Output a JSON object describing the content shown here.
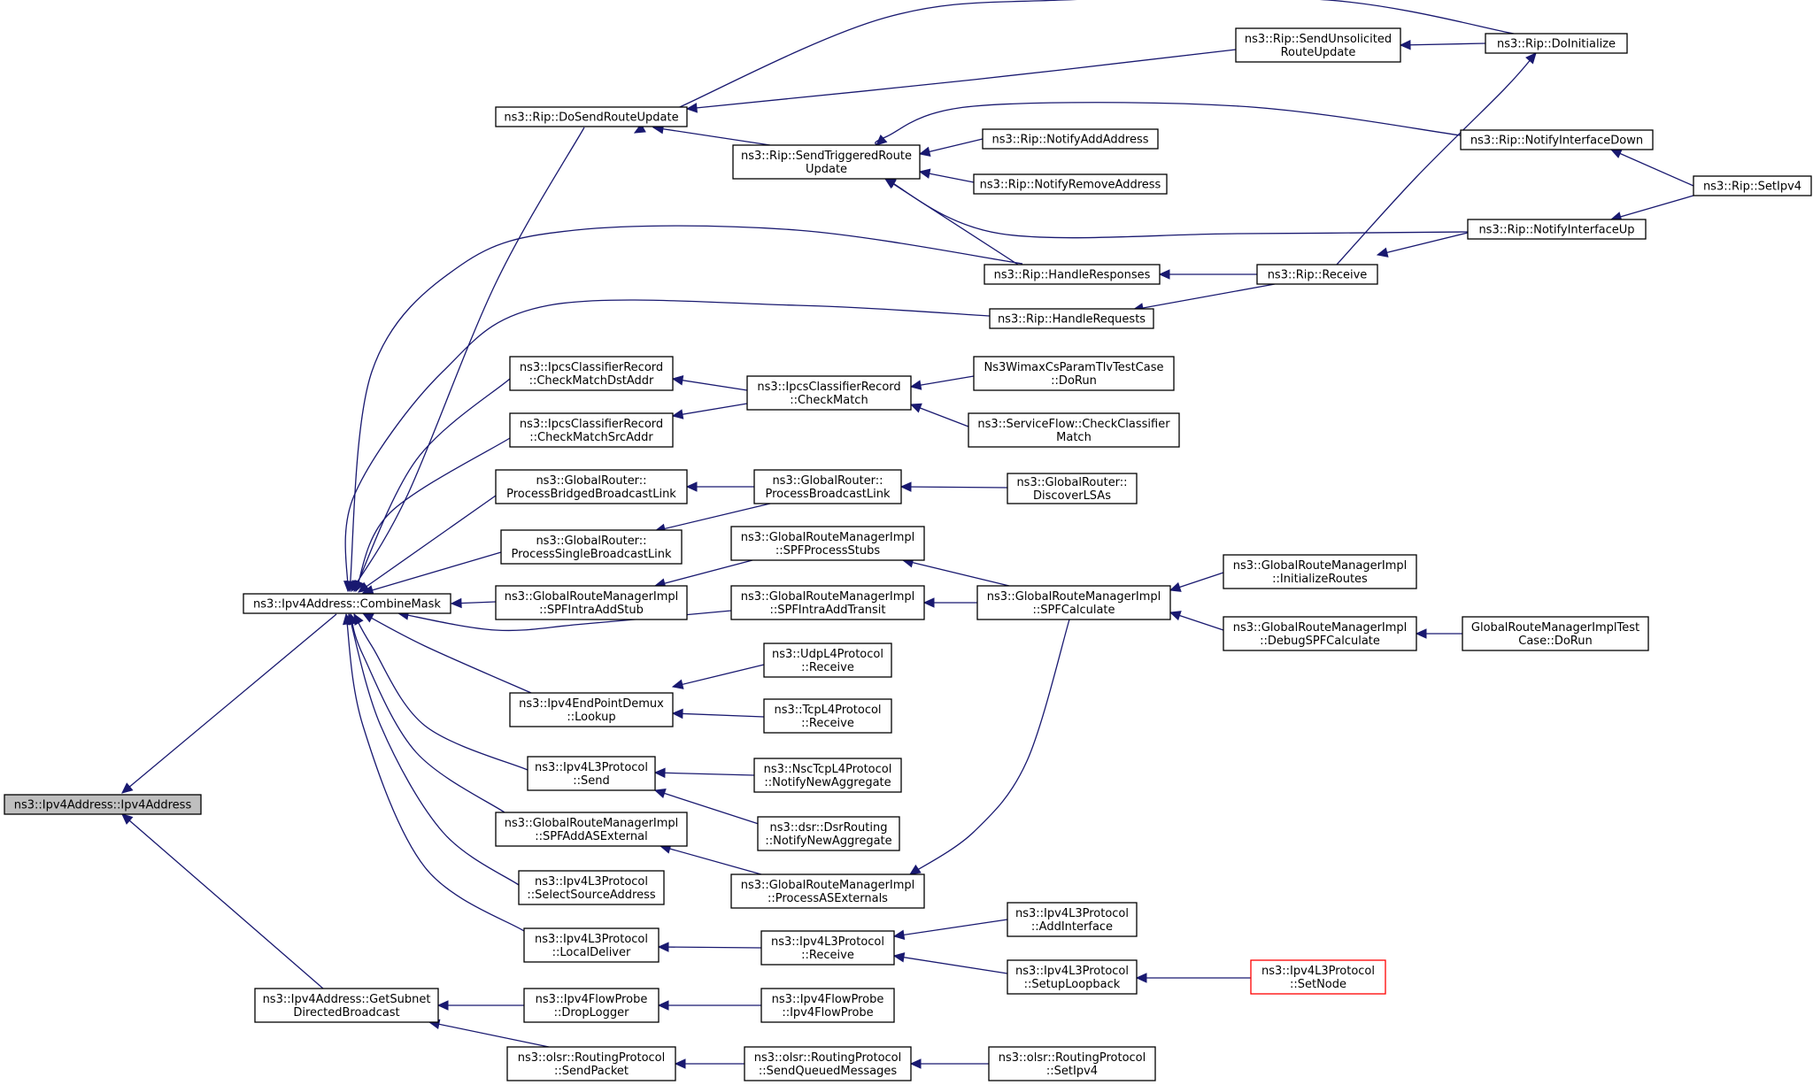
{
  "graph": {
    "direction": "callers",
    "colors": {
      "edge": "#191970",
      "root_fill": "#bfbfbf",
      "node_fill": "#ffffff",
      "node_border": "#000000",
      "truncated_border": "#ff0000"
    },
    "nodes": [
      {
        "id": "root",
        "lines": [
          "ns3::Ipv4Address::Ipv4Address"
        ],
        "style": "root"
      },
      {
        "id": "combine",
        "lines": [
          "ns3::Ipv4Address::CombineMask"
        ]
      },
      {
        "id": "getsubnet",
        "lines": [
          "ns3::Ipv4Address::GetSubnet",
          "DirectedBroadcast"
        ]
      },
      {
        "id": "dosend",
        "lines": [
          "ns3::Rip::DoSendRouteUpdate"
        ]
      },
      {
        "id": "sendunsol",
        "lines": [
          "ns3::Rip::SendUnsolicited",
          "RouteUpdate"
        ]
      },
      {
        "id": "doinit",
        "lines": [
          "ns3::Rip::DoInitialize"
        ]
      },
      {
        "id": "sendtrig",
        "lines": [
          "ns3::Rip::SendTriggeredRoute",
          "Update"
        ]
      },
      {
        "id": "notifyadd",
        "lines": [
          "ns3::Rip::NotifyAddAddress"
        ]
      },
      {
        "id": "notifyrem",
        "lines": [
          "ns3::Rip::NotifyRemoveAddress"
        ]
      },
      {
        "id": "notifydown",
        "lines": [
          "ns3::Rip::NotifyInterfaceDown"
        ]
      },
      {
        "id": "notifyup",
        "lines": [
          "ns3::Rip::NotifyInterfaceUp"
        ]
      },
      {
        "id": "setipv4rip",
        "lines": [
          "ns3::Rip::SetIpv4"
        ]
      },
      {
        "id": "handleresp",
        "lines": [
          "ns3::Rip::HandleResponses"
        ]
      },
      {
        "id": "ripreceive",
        "lines": [
          "ns3::Rip::Receive"
        ]
      },
      {
        "id": "handlereq",
        "lines": [
          "ns3::Rip::HandleRequests"
        ]
      },
      {
        "id": "ipcsdst",
        "lines": [
          "ns3::IpcsClassifierRecord",
          "::CheckMatchDstAddr"
        ]
      },
      {
        "id": "ipcssrc",
        "lines": [
          "ns3::IpcsClassifierRecord",
          "::CheckMatchSrcAddr"
        ]
      },
      {
        "id": "ipcscheck",
        "lines": [
          "ns3::IpcsClassifierRecord",
          "::CheckMatch"
        ]
      },
      {
        "id": "wimaxtest",
        "lines": [
          "Ns3WimaxCsParamTlvTestCase",
          "::DoRun"
        ]
      },
      {
        "id": "sfcheck",
        "lines": [
          "ns3::ServiceFlow::CheckClassifier",
          "Match"
        ]
      },
      {
        "id": "gr_bridged",
        "lines": [
          "ns3::GlobalRouter::",
          "ProcessBridgedBroadcastLink"
        ]
      },
      {
        "id": "gr_bcast",
        "lines": [
          "ns3::GlobalRouter::",
          "ProcessBroadcastLink"
        ]
      },
      {
        "id": "gr_discover",
        "lines": [
          "ns3::GlobalRouter::",
          "DiscoverLSAs"
        ]
      },
      {
        "id": "gr_single",
        "lines": [
          "ns3::GlobalRouter::",
          "ProcessSingleBroadcastLink"
        ]
      },
      {
        "id": "grm_stubs",
        "lines": [
          "ns3::GlobalRouteManagerImpl",
          "::SPFProcessStubs"
        ]
      },
      {
        "id": "grm_intrastub",
        "lines": [
          "ns3::GlobalRouteManagerImpl",
          "::SPFIntraAddStub"
        ]
      },
      {
        "id": "grm_intratransit",
        "lines": [
          "ns3::GlobalRouteManagerImpl",
          "::SPFIntraAddTransit"
        ]
      },
      {
        "id": "grm_spfcalc",
        "lines": [
          "ns3::GlobalRouteManagerImpl",
          "::SPFCalculate"
        ]
      },
      {
        "id": "grm_initroutes",
        "lines": [
          "ns3::GlobalRouteManagerImpl",
          "::InitializeRoutes"
        ]
      },
      {
        "id": "grm_debugspf",
        "lines": [
          "ns3::GlobalRouteManagerImpl",
          "::DebugSPFCalculate"
        ]
      },
      {
        "id": "grm_test",
        "lines": [
          "GlobalRouteManagerImplTest",
          "Case::DoRun"
        ]
      },
      {
        "id": "epdemux",
        "lines": [
          "ns3::Ipv4EndPointDemux",
          "::Lookup"
        ]
      },
      {
        "id": "udprecv",
        "lines": [
          "ns3::UdpL4Protocol",
          "::Receive"
        ]
      },
      {
        "id": "tcprecv",
        "lines": [
          "ns3::TcpL4Protocol",
          "::Receive"
        ]
      },
      {
        "id": "l3send",
        "lines": [
          "ns3::Ipv4L3Protocol",
          "::Send"
        ]
      },
      {
        "id": "nsctcp",
        "lines": [
          "ns3::NscTcpL4Protocol",
          "::NotifyNewAggregate"
        ]
      },
      {
        "id": "dsr",
        "lines": [
          "ns3::dsr::DsrRouting",
          "::NotifyNewAggregate"
        ]
      },
      {
        "id": "grm_asext",
        "lines": [
          "ns3::GlobalRouteManagerImpl",
          "::SPFAddASExternal"
        ]
      },
      {
        "id": "grm_procas",
        "lines": [
          "ns3::GlobalRouteManagerImpl",
          "::ProcessASExternals"
        ]
      },
      {
        "id": "l3select",
        "lines": [
          "ns3::Ipv4L3Protocol",
          "::SelectSourceAddress"
        ]
      },
      {
        "id": "l3local",
        "lines": [
          "ns3::Ipv4L3Protocol",
          "::LocalDeliver"
        ]
      },
      {
        "id": "l3recv",
        "lines": [
          "ns3::Ipv4L3Protocol",
          "::Receive"
        ]
      },
      {
        "id": "l3addif",
        "lines": [
          "ns3::Ipv4L3Protocol",
          "::AddInterface"
        ]
      },
      {
        "id": "l3setloop",
        "lines": [
          "ns3::Ipv4L3Protocol",
          "::SetupLoopback"
        ]
      },
      {
        "id": "l3setnode",
        "lines": [
          "ns3::Ipv4L3Protocol",
          "::SetNode"
        ],
        "style": "truncated"
      },
      {
        "id": "fp_drop",
        "lines": [
          "ns3::Ipv4FlowProbe",
          "::DropLogger"
        ]
      },
      {
        "id": "fp_ctor",
        "lines": [
          "ns3::Ipv4FlowProbe",
          "::Ipv4FlowProbe"
        ]
      },
      {
        "id": "olsr_sendpkt",
        "lines": [
          "ns3::olsr::RoutingProtocol",
          "::SendPacket"
        ]
      },
      {
        "id": "olsr_sendq",
        "lines": [
          "ns3::olsr::RoutingProtocol",
          "::SendQueuedMessages"
        ]
      },
      {
        "id": "olsr_setipv4",
        "lines": [
          "ns3::olsr::RoutingProtocol",
          "::SetIpv4"
        ]
      }
    ],
    "edges": [
      {
        "from": "combine",
        "to": "root"
      },
      {
        "from": "getsubnet",
        "to": "root"
      },
      {
        "from": "dosend",
        "to": "combine"
      },
      {
        "from": "handleresp",
        "to": "combine"
      },
      {
        "from": "handlereq",
        "to": "combine"
      },
      {
        "from": "ipcsdst",
        "to": "combine"
      },
      {
        "from": "ipcssrc",
        "to": "combine"
      },
      {
        "from": "gr_bridged",
        "to": "combine"
      },
      {
        "from": "gr_single",
        "to": "combine"
      },
      {
        "from": "grm_intrastub",
        "to": "combine"
      },
      {
        "from": "grm_intratransit",
        "to": "combine"
      },
      {
        "from": "epdemux",
        "to": "combine"
      },
      {
        "from": "l3send",
        "to": "combine"
      },
      {
        "from": "grm_asext",
        "to": "combine"
      },
      {
        "from": "l3select",
        "to": "combine"
      },
      {
        "from": "l3local",
        "to": "combine"
      },
      {
        "from": "sendunsol",
        "to": "dosend"
      },
      {
        "from": "doinit",
        "to": "dosend"
      },
      {
        "from": "sendtrig",
        "to": "dosend"
      },
      {
        "from": "doinit",
        "to": "sendunsol"
      },
      {
        "from": "notifyadd",
        "to": "sendtrig"
      },
      {
        "from": "notifyrem",
        "to": "sendtrig"
      },
      {
        "from": "notifydown",
        "to": "sendtrig"
      },
      {
        "from": "notifyup",
        "to": "sendtrig"
      },
      {
        "from": "handleresp",
        "to": "sendtrig"
      },
      {
        "from": "setipv4rip",
        "to": "notifydown"
      },
      {
        "from": "setipv4rip",
        "to": "notifyup"
      },
      {
        "from": "ripreceive",
        "to": "doinit"
      },
      {
        "from": "ripreceive",
        "to": "handleresp"
      },
      {
        "from": "ripreceive",
        "to": "handlereq"
      },
      {
        "from": "notifyup",
        "to": "ripreceive"
      },
      {
        "from": "ipcscheck",
        "to": "ipcsdst"
      },
      {
        "from": "ipcscheck",
        "to": "ipcssrc"
      },
      {
        "from": "wimaxtest",
        "to": "ipcscheck"
      },
      {
        "from": "sfcheck",
        "to": "ipcscheck"
      },
      {
        "from": "gr_bcast",
        "to": "gr_bridged"
      },
      {
        "from": "gr_bcast",
        "to": "gr_single"
      },
      {
        "from": "gr_discover",
        "to": "gr_bcast"
      },
      {
        "from": "grm_stubs",
        "to": "grm_intrastub"
      },
      {
        "from": "grm_spfcalc",
        "to": "grm_stubs"
      },
      {
        "from": "grm_spfcalc",
        "to": "grm_intratransit"
      },
      {
        "from": "grm_spfcalc",
        "to": "grm_procas"
      },
      {
        "from": "grm_initroutes",
        "to": "grm_spfcalc"
      },
      {
        "from": "grm_debugspf",
        "to": "grm_spfcalc"
      },
      {
        "from": "grm_test",
        "to": "grm_debugspf"
      },
      {
        "from": "udprecv",
        "to": "epdemux"
      },
      {
        "from": "tcprecv",
        "to": "epdemux"
      },
      {
        "from": "nsctcp",
        "to": "l3send"
      },
      {
        "from": "dsr",
        "to": "l3send"
      },
      {
        "from": "grm_procas",
        "to": "grm_asext"
      },
      {
        "from": "l3recv",
        "to": "l3local"
      },
      {
        "from": "l3addif",
        "to": "l3recv"
      },
      {
        "from": "l3setloop",
        "to": "l3recv"
      },
      {
        "from": "l3setnode",
        "to": "l3setloop"
      },
      {
        "from": "fp_drop",
        "to": "getsubnet"
      },
      {
        "from": "olsr_sendpkt",
        "to": "getsubnet"
      },
      {
        "from": "fp_ctor",
        "to": "fp_drop"
      },
      {
        "from": "olsr_sendq",
        "to": "olsr_sendpkt"
      },
      {
        "from": "olsr_setipv4",
        "to": "olsr_sendq"
      }
    ]
  }
}
